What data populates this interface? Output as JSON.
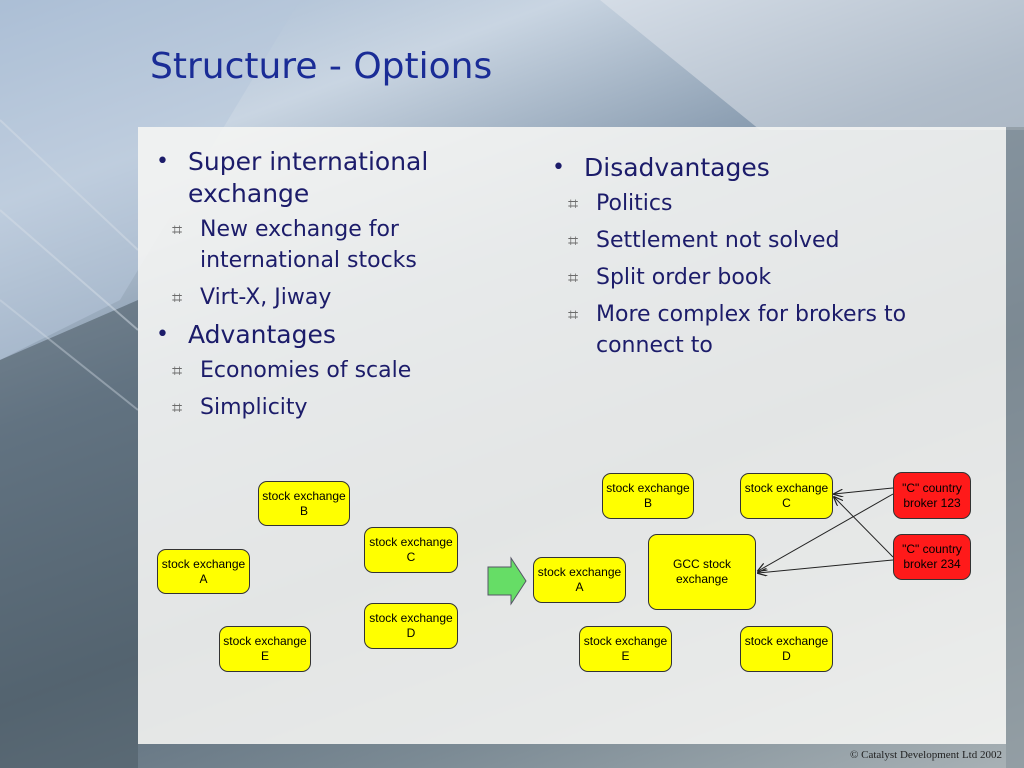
{
  "slide": {
    "title": "Structure - Options",
    "footer": "© Catalyst Development Ltd 2002"
  },
  "left_column": {
    "items": [
      {
        "label": "Super international exchange",
        "subitems": [
          "New exchange for international stocks",
          "Virt-X, Jiway"
        ]
      },
      {
        "label": "Advantages",
        "subitems": [
          "Economies of scale",
          "Simplicity"
        ]
      }
    ]
  },
  "right_column": {
    "items": [
      {
        "label": "Disadvantages",
        "subitems": [
          "Politics",
          "Settlement not solved",
          "Split order book",
          "More complex for brokers to connect to"
        ]
      }
    ]
  },
  "diagram": {
    "before": {
      "exchange_b": "stock exchange B",
      "exchange_c": "stock exchange C",
      "exchange_a": "stock exchange A",
      "exchange_d": "stock exchange D",
      "exchange_e": "stock exchange E"
    },
    "after": {
      "exchange_b": "stock exchange B",
      "exchange_c": "stock exchange C",
      "exchange_a": "stock exchange A",
      "gcc": "GCC stock exchange",
      "exchange_e": "stock exchange E",
      "exchange_d": "stock exchange D",
      "broker_123": "\"C\" country broker 123",
      "broker_234": "\"C\" country broker 234"
    },
    "colors": {
      "node": "#ffff00",
      "broker_node": "#ff1a1a",
      "transition_arrow": "#66dd66"
    }
  }
}
